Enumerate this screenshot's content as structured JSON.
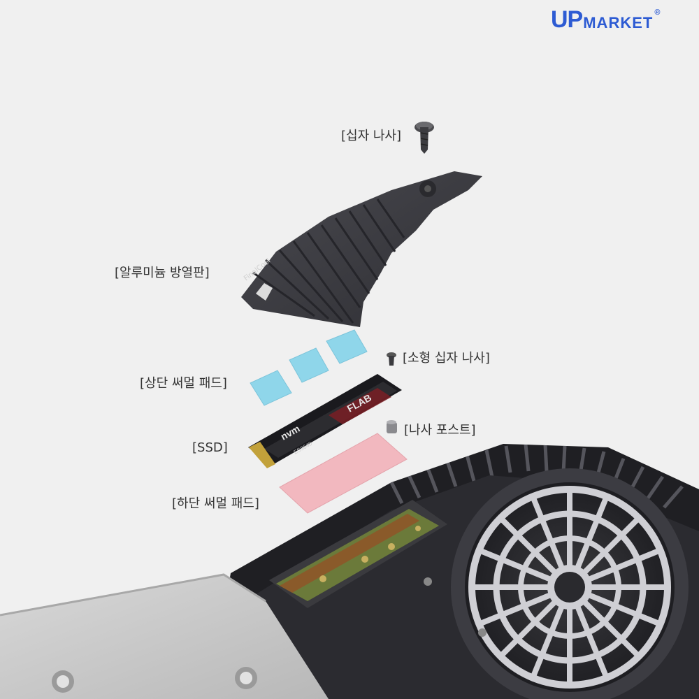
{
  "brand": {
    "logo_prefix": "UP",
    "logo_name": "MARKET",
    "registered": "®",
    "color": "#2d5bd3"
  },
  "callouts": {
    "cross_screw": "[십자 나사]",
    "aluminum_heatsink": "[알루미늄 방열판]",
    "small_cross_screw": "[소형 십자 나사]",
    "top_thermal_pad": "[상단 써멀 패드]",
    "screw_post": "[나사 포스트]",
    "ssd": "[SSD]",
    "bottom_thermal_pad": "[하단 써멀 패드]"
  },
  "ssd_text": {
    "brand": "FLAB",
    "model": "ES3640",
    "interface": "nvm"
  },
  "heatsink_text": {
    "brand": "FinalCool"
  },
  "colors": {
    "thermal_pad_top": "#8fd6ea",
    "thermal_pad_bottom": "#f2b8bf",
    "heatsink": "#3a3a3e",
    "console_body": "#2a2a2e",
    "console_plate": "#c9c9c9"
  }
}
